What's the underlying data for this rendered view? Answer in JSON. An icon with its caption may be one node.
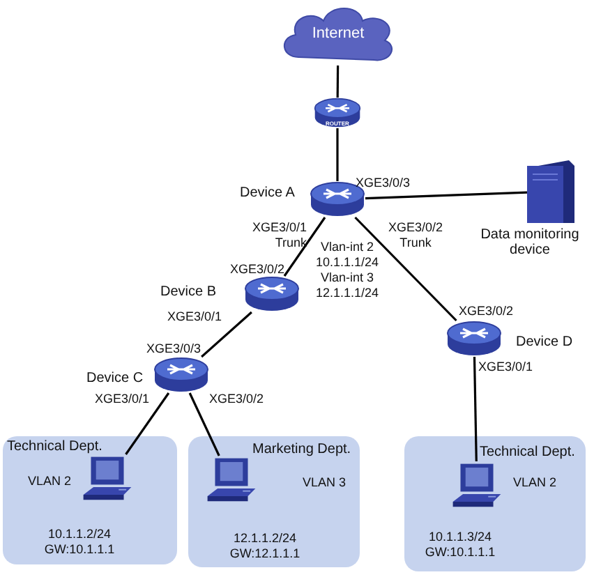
{
  "diagram": {
    "nodes": [
      {
        "text": [
          "Internet"
        ]
      },
      {
        "text": [
          "ROUTER"
        ]
      },
      {
        "text": [
          "Device A"
        ]
      },
      {
        "text": [
          "Data monitoring device"
        ]
      },
      {
        "text": [
          "Device B"
        ]
      },
      {
        "text": [
          "Device C"
        ]
      },
      {
        "text": [
          "Device D"
        ]
      },
      {
        "text": [
          "Technical Dept.",
          "VLAN 2",
          "10.1.1.2/24 GW:10.1.1.1"
        ]
      },
      {
        "text": [],
        "shape": "computer",
        "in": 7
      },
      {
        "text": [
          "Marketing Dept.",
          "VLAN 3",
          "12.1.1.2/24 GW:12.1.1.1"
        ]
      },
      {
        "text": [],
        "shape": "computer",
        "in": 9
      },
      {
        "text": [
          "Technical Dept.",
          "VLAN 2",
          "10.1.1.3/24 GW:10.1.1.1"
        ]
      },
      {
        "text": [],
        "shape": "computer",
        "in": 11
      }
    ],
    "edges": [
      {
        "from": 0,
        "to": 1,
        "arrow": "none"
      },
      {
        "from": 1,
        "to": 2,
        "arrow": "none"
      },
      {
        "from": 2,
        "to": 3,
        "arrow": "none"
      },
      {
        "from": 2,
        "to": 4,
        "arrow": "none"
      },
      {
        "from": 2,
        "to": 6,
        "arrow": "none"
      },
      {
        "from": 4,
        "to": 5,
        "arrow": "none"
      },
      {
        "from": 5,
        "to": 8,
        "arrow": "none"
      },
      {
        "from": 5,
        "to": 10,
        "arrow": "none"
      },
      {
        "from": 6,
        "to": 12,
        "arrow": "none"
      }
    ],
    "labels": [
      "XGE3/0/3",
      "XGE3/0/1 Trunk",
      "XGE3/0/2 Trunk",
      "Vlan-int 2 10.1.1.1/24",
      "Vlan-int 3 12.1.1.1/24",
      "XGE3/0/2",
      "XGE3/0/2",
      "XGE3/0/1",
      "XGE3/0/3",
      "XGE3/0/1",
      "XGE3/0/1",
      "XGE3/0/2"
    ]
  }
}
